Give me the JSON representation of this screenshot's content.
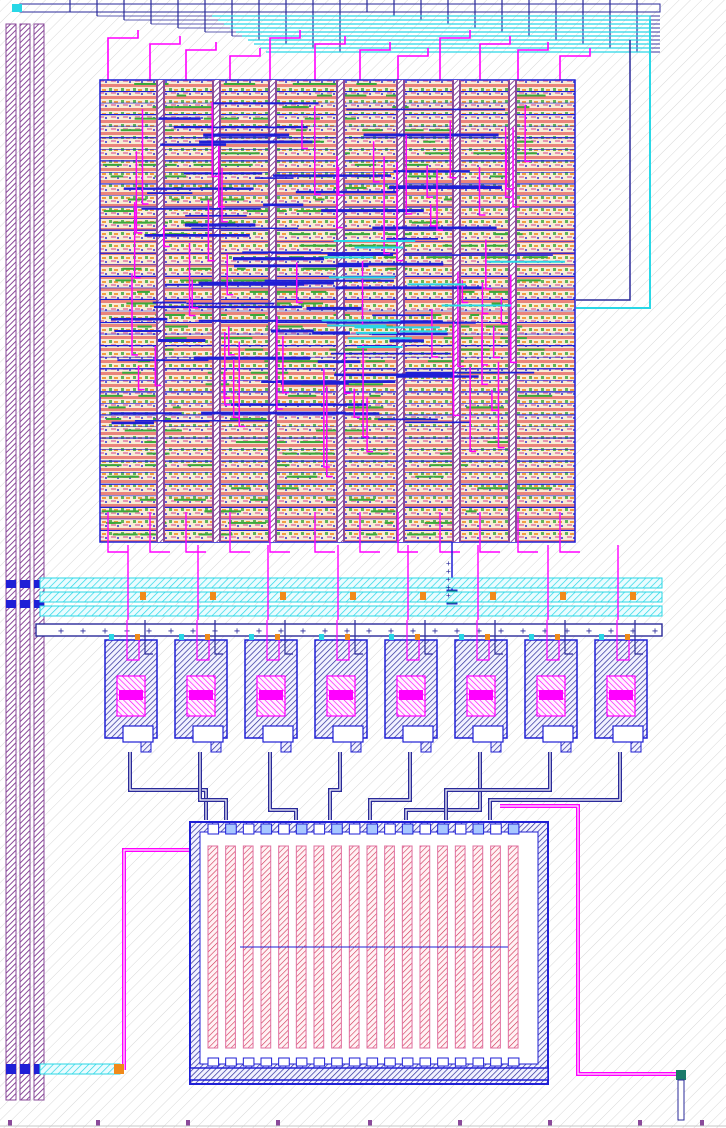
{
  "layout": {
    "colors": {
      "background": "#ffffff",
      "metal1_blue": "#1f1fd6",
      "metal_navy": "#2a2a9a",
      "metal2_magenta": "#ff00ff",
      "metal3_cyan": "#29d7e6",
      "poly_red": "#e03030",
      "pplus_pink": "#e070a0",
      "diffusion_green": "#3aa83a",
      "nwell_orange": "#f08a1a",
      "rail_purple": "#8a4a9a",
      "via_gray": "#808080",
      "pad_teal": "#1a7a6a"
    },
    "regions": [
      {
        "name": "power-rails",
        "count": 3
      },
      {
        "name": "standard-cell-array",
        "rows": 40
      },
      {
        "name": "bus-lines",
        "count": 4
      },
      {
        "name": "driver-cells",
        "count": 8
      },
      {
        "name": "capacitor-array",
        "fingers": 18
      }
    ],
    "markers": {
      "plus_glyph": "+"
    }
  }
}
